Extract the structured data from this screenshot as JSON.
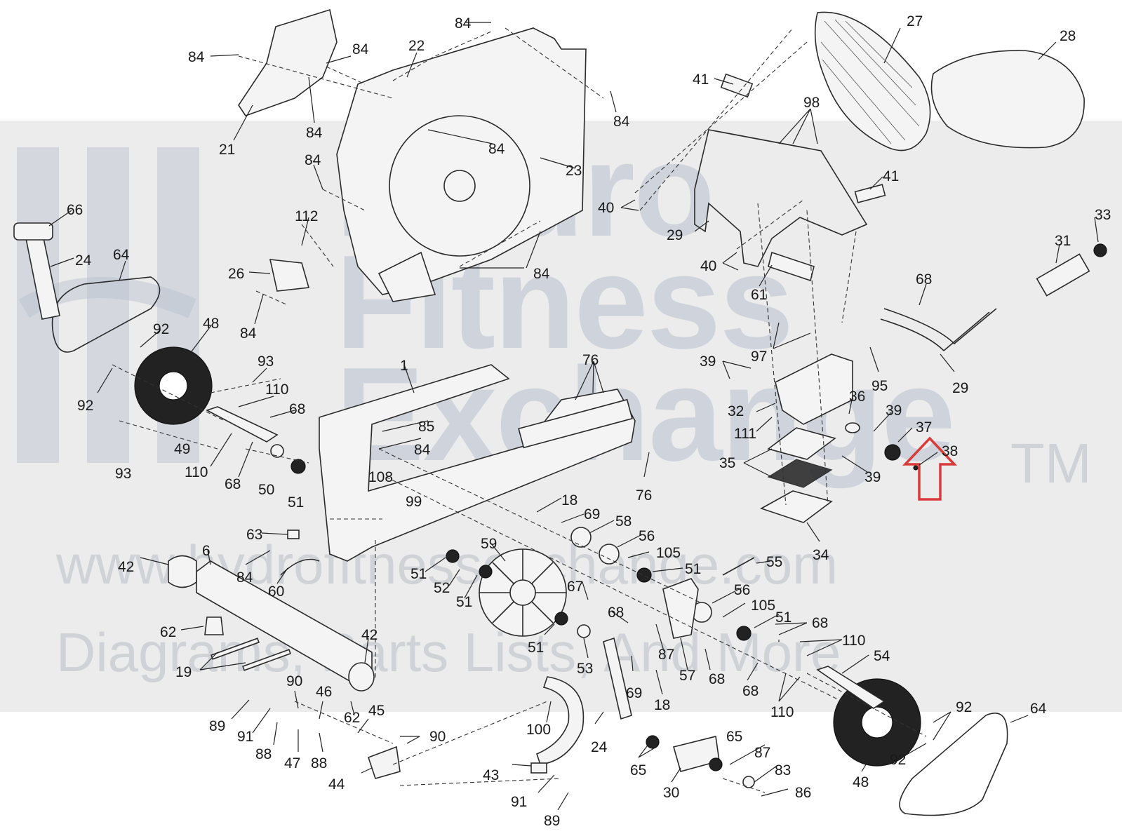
{
  "watermark": {
    "line1": "Hydro",
    "line2": "Fitness",
    "line3": "Exchange",
    "trademark": "TM",
    "website": "www.hydrofitnessexchange.com",
    "tagline": "Diagrams, Parts Lists, And More"
  },
  "colors": {
    "watermark_blue": "#b9c2cf",
    "highlight_arrow": "#d93a3a",
    "line_art": "#2a2a2a"
  },
  "callouts": [
    {
      "id": "c84a",
      "text": "84"
    },
    {
      "id": "c84b",
      "text": "84"
    },
    {
      "id": "c84c",
      "text": "84"
    },
    {
      "id": "c22",
      "text": "22"
    },
    {
      "id": "c84d",
      "text": "84"
    },
    {
      "id": "c84e",
      "text": "84"
    },
    {
      "id": "c84f",
      "text": "84"
    },
    {
      "id": "c21",
      "text": "21"
    },
    {
      "id": "c84g",
      "text": "84"
    },
    {
      "id": "c23",
      "text": "23"
    },
    {
      "id": "c84h",
      "text": "84"
    },
    {
      "id": "c66",
      "text": "66"
    },
    {
      "id": "c112",
      "text": "112"
    },
    {
      "id": "c24a",
      "text": "24"
    },
    {
      "id": "c64a",
      "text": "64"
    },
    {
      "id": "c26",
      "text": "26"
    },
    {
      "id": "c84i",
      "text": "84"
    },
    {
      "id": "c84j",
      "text": "84"
    },
    {
      "id": "c92a",
      "text": "92"
    },
    {
      "id": "c48a",
      "text": "48"
    },
    {
      "id": "c93a",
      "text": "93"
    },
    {
      "id": "c92b",
      "text": "92"
    },
    {
      "id": "c110a",
      "text": "110"
    },
    {
      "id": "c68a",
      "text": "68"
    },
    {
      "id": "c49",
      "text": "49"
    },
    {
      "id": "c93b",
      "text": "93"
    },
    {
      "id": "c110b",
      "text": "110"
    },
    {
      "id": "c68b",
      "text": "68"
    },
    {
      "id": "c50",
      "text": "50"
    },
    {
      "id": "c51a",
      "text": "51"
    },
    {
      "id": "c1",
      "text": "1"
    },
    {
      "id": "c85",
      "text": "85"
    },
    {
      "id": "c84k",
      "text": "84"
    },
    {
      "id": "c108",
      "text": "108"
    },
    {
      "id": "c99",
      "text": "99"
    },
    {
      "id": "c76a",
      "text": "76"
    },
    {
      "id": "c76b",
      "text": "76"
    },
    {
      "id": "c27",
      "text": "27"
    },
    {
      "id": "c28",
      "text": "28"
    },
    {
      "id": "c41a",
      "text": "41"
    },
    {
      "id": "c98",
      "text": "98"
    },
    {
      "id": "c41b",
      "text": "41"
    },
    {
      "id": "c40a",
      "text": "40"
    },
    {
      "id": "c29a",
      "text": "29"
    },
    {
      "id": "c33",
      "text": "33"
    },
    {
      "id": "c40b",
      "text": "40"
    },
    {
      "id": "c61",
      "text": "61"
    },
    {
      "id": "c31",
      "text": "31"
    },
    {
      "id": "c68c",
      "text": "68"
    },
    {
      "id": "c97",
      "text": "97"
    },
    {
      "id": "c95",
      "text": "95"
    },
    {
      "id": "c29b",
      "text": "29"
    },
    {
      "id": "c39a",
      "text": "39"
    },
    {
      "id": "c36",
      "text": "36"
    },
    {
      "id": "c32",
      "text": "32"
    },
    {
      "id": "c39b",
      "text": "39"
    },
    {
      "id": "c37",
      "text": "37"
    },
    {
      "id": "c111",
      "text": "111"
    },
    {
      "id": "c38",
      "text": "38"
    },
    {
      "id": "c35",
      "text": "35"
    },
    {
      "id": "c39c",
      "text": "39"
    },
    {
      "id": "c34",
      "text": "34"
    },
    {
      "id": "c18a",
      "text": "18"
    },
    {
      "id": "c69a",
      "text": "69"
    },
    {
      "id": "c58",
      "text": "58"
    },
    {
      "id": "c56a",
      "text": "56"
    },
    {
      "id": "c105a",
      "text": "105"
    },
    {
      "id": "c51b",
      "text": "51"
    },
    {
      "id": "c63",
      "text": "63"
    },
    {
      "id": "c59",
      "text": "59"
    },
    {
      "id": "c42a",
      "text": "42"
    },
    {
      "id": "c6",
      "text": "6"
    },
    {
      "id": "c84l",
      "text": "84"
    },
    {
      "id": "c60",
      "text": "60"
    },
    {
      "id": "c51c",
      "text": "51"
    },
    {
      "id": "c52",
      "text": "52"
    },
    {
      "id": "c51d",
      "text": "51"
    },
    {
      "id": "c55",
      "text": "55"
    },
    {
      "id": "c56b",
      "text": "56"
    },
    {
      "id": "c67",
      "text": "67"
    },
    {
      "id": "c105b",
      "text": "105"
    },
    {
      "id": "c68d",
      "text": "68"
    },
    {
      "id": "c51e",
      "text": "51"
    },
    {
      "id": "c68e",
      "text": "68"
    },
    {
      "id": "c62a",
      "text": "62"
    },
    {
      "id": "c87a",
      "text": "87"
    },
    {
      "id": "c110c",
      "text": "110"
    },
    {
      "id": "c51f",
      "text": "51"
    },
    {
      "id": "c53",
      "text": "53"
    },
    {
      "id": "c57",
      "text": "57"
    },
    {
      "id": "c68f",
      "text": "68"
    },
    {
      "id": "c54",
      "text": "54"
    },
    {
      "id": "c19",
      "text": "19"
    },
    {
      "id": "c42b",
      "text": "42"
    },
    {
      "id": "c69b",
      "text": "69"
    },
    {
      "id": "c68g",
      "text": "68"
    },
    {
      "id": "c18b",
      "text": "18"
    },
    {
      "id": "c110d",
      "text": "110"
    },
    {
      "id": "c90a",
      "text": "90"
    },
    {
      "id": "c46",
      "text": "46"
    },
    {
      "id": "c62b",
      "text": "62"
    },
    {
      "id": "c45",
      "text": "45"
    },
    {
      "id": "c92c",
      "text": "92"
    },
    {
      "id": "c64b",
      "text": "64"
    },
    {
      "id": "c89a",
      "text": "89"
    },
    {
      "id": "c91a",
      "text": "91"
    },
    {
      "id": "c90b",
      "text": "90"
    },
    {
      "id": "c100",
      "text": "100"
    },
    {
      "id": "c65a",
      "text": "65"
    },
    {
      "id": "c88a",
      "text": "88"
    },
    {
      "id": "c47",
      "text": "47"
    },
    {
      "id": "c88b",
      "text": "88"
    },
    {
      "id": "c24b",
      "text": "24"
    },
    {
      "id": "c87b",
      "text": "87"
    },
    {
      "id": "c92d",
      "text": "92"
    },
    {
      "id": "c44",
      "text": "44"
    },
    {
      "id": "c43",
      "text": "43"
    },
    {
      "id": "c65b",
      "text": "65"
    },
    {
      "id": "c83",
      "text": "83"
    },
    {
      "id": "c48b",
      "text": "48"
    },
    {
      "id": "c30",
      "text": "30"
    },
    {
      "id": "c86",
      "text": "86"
    },
    {
      "id": "c91b",
      "text": "91"
    },
    {
      "id": "c89b",
      "text": "89"
    }
  ]
}
